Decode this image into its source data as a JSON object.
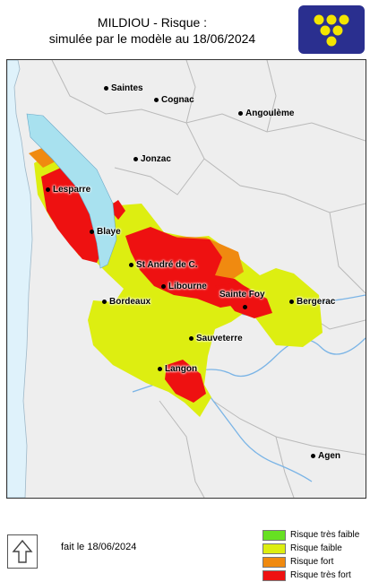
{
  "header": {
    "title_line1": "MILDIOU - Risque :",
    "title_line2": "simulée par le modèle au 18/06/2024"
  },
  "map": {
    "background_color": "#eeeeee",
    "water_color": "#a8e1ef",
    "cities": [
      {
        "name": "Saintes"
      },
      {
        "name": "Cognac"
      },
      {
        "name": "Angoulème"
      },
      {
        "name": "Jonzac"
      },
      {
        "name": "Lesparre"
      },
      {
        "name": "Blaye"
      },
      {
        "name": "St André de C."
      },
      {
        "name": "Libourne"
      },
      {
        "name": "Sainte Foy"
      },
      {
        "name": "Bergerac"
      },
      {
        "name": "Bordeaux"
      },
      {
        "name": "Sauveterre"
      },
      {
        "name": "Langon"
      },
      {
        "name": "Agen"
      }
    ]
  },
  "footer": {
    "date_label": "fait le 18/06/2024",
    "north_arrow_icon": "north-arrow-icon"
  },
  "legend": {
    "items": [
      {
        "label": "Risque très faible",
        "color": "#66e022"
      },
      {
        "label": "Risque faible",
        "color": "#ddee11"
      },
      {
        "label": "Risque fort",
        "color": "#f08a10"
      },
      {
        "label": "Risque très fort",
        "color": "#ee1111"
      }
    ]
  }
}
